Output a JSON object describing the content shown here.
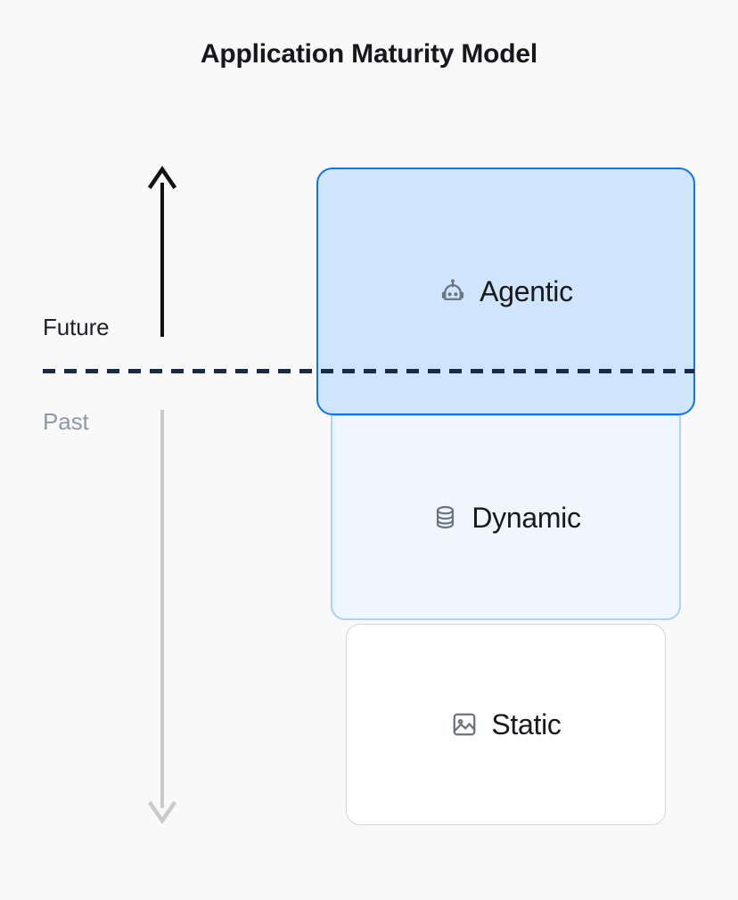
{
  "page": {
    "title": "Application Maturity Model",
    "background_color": "#f9f9f9"
  },
  "axis": {
    "upper_label": "Future",
    "lower_label": "Past",
    "upper_label_color": "#1d2026",
    "lower_label_color": "#9099a3",
    "divider_color": "#1b2a47",
    "up_arrow_name": "future-arrow",
    "up_arrow_color": "#111214",
    "down_arrow_name": "past-arrow",
    "down_arrow_color": "#c9cbcd"
  },
  "layers": [
    {
      "id": "agentic",
      "label": "Agentic",
      "icon": "robot-icon",
      "fill": "#cfe5fb",
      "border": "#1472e8",
      "tier": "future"
    },
    {
      "id": "dynamic",
      "label": "Dynamic",
      "icon": "database-icon",
      "fill": "#eff6fe",
      "border": "#a9d4f8",
      "tier": "past"
    },
    {
      "id": "static",
      "label": "Static",
      "icon": "image-icon",
      "fill": "#ffffff",
      "border": "#d4d6d9",
      "tier": "past"
    }
  ]
}
